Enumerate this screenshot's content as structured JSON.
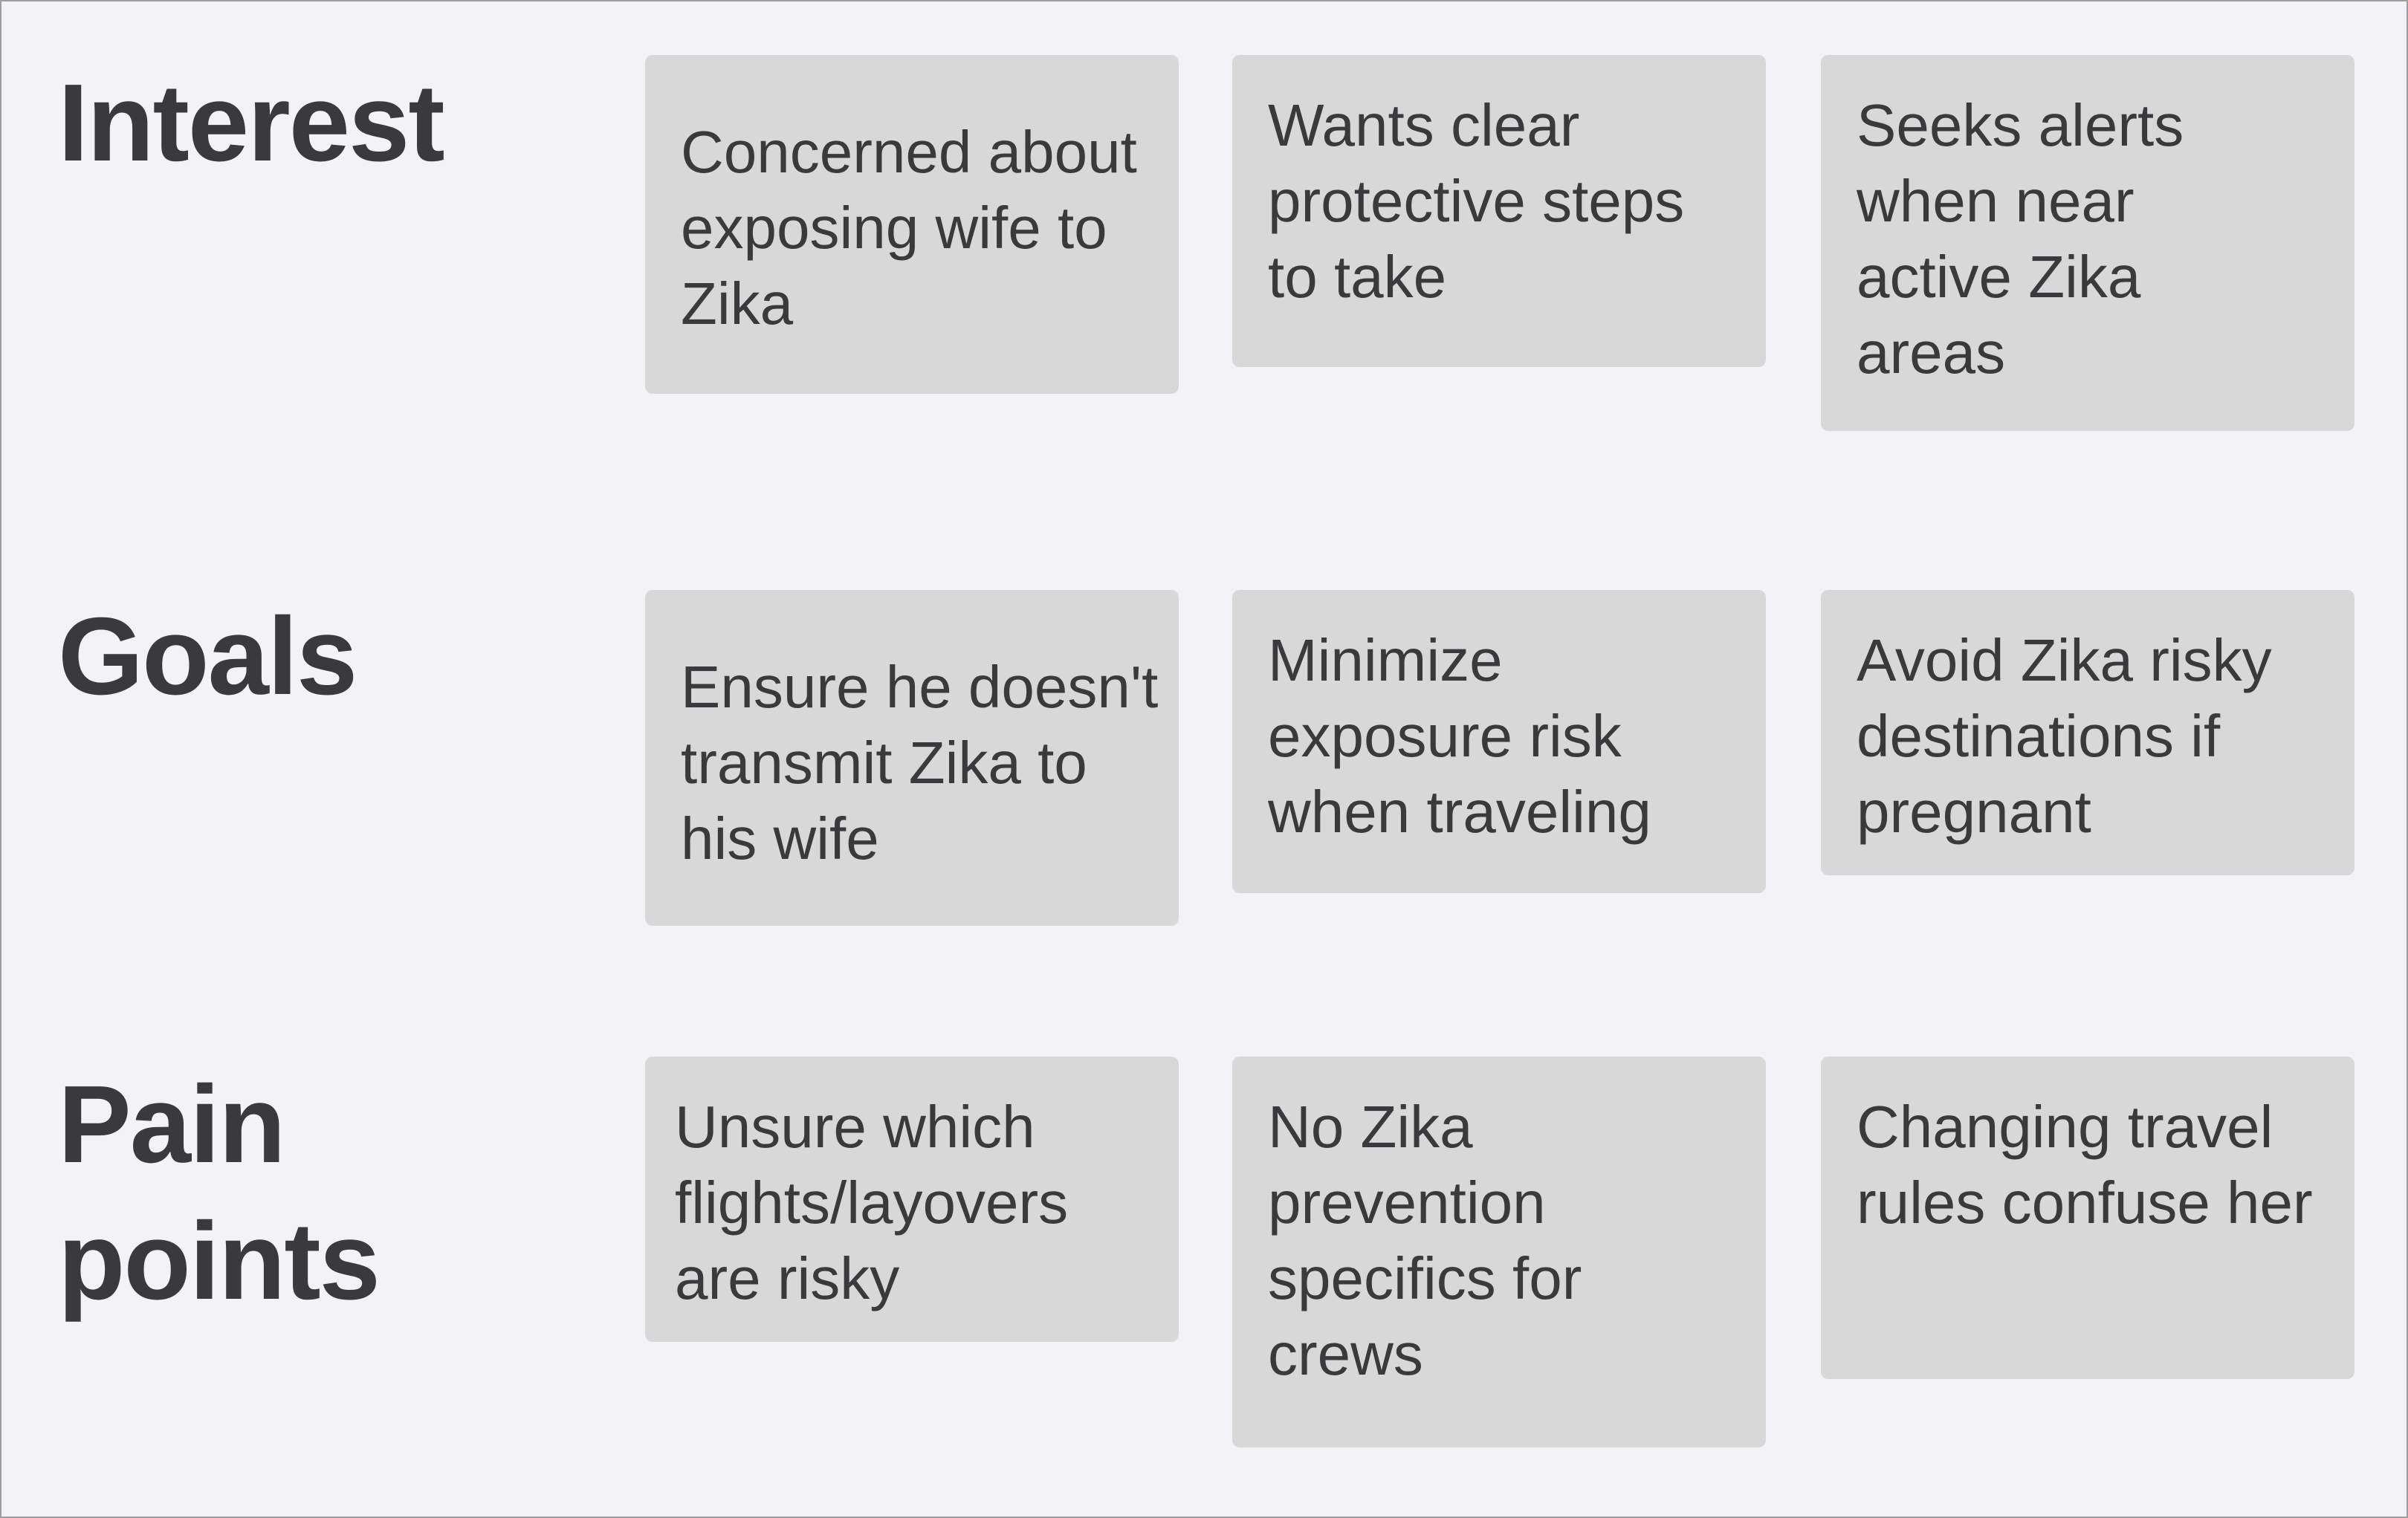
{
  "rows": [
    {
      "label": "Interest",
      "notes": [
        "Concerned about exposing wife to Zika",
        "Wants clear protective steps to take",
        "Seeks alerts when near active Zika areas"
      ]
    },
    {
      "label": "Goals",
      "notes": [
        "Ensure he doesn't transmit Zika to his wife",
        "Minimize exposure risk when traveling",
        "Avoid Zika risky destinations if pregnant"
      ]
    },
    {
      "label": "Pain points",
      "notes": [
        "Unsure which flights/layovers are risky",
        "No Zika prevention specifics for crews",
        "Changing travel rules confuse her"
      ]
    }
  ],
  "colors": {
    "background": "#f3f2f7",
    "note": "#d8d8d8",
    "text": "#3a3a3c"
  }
}
